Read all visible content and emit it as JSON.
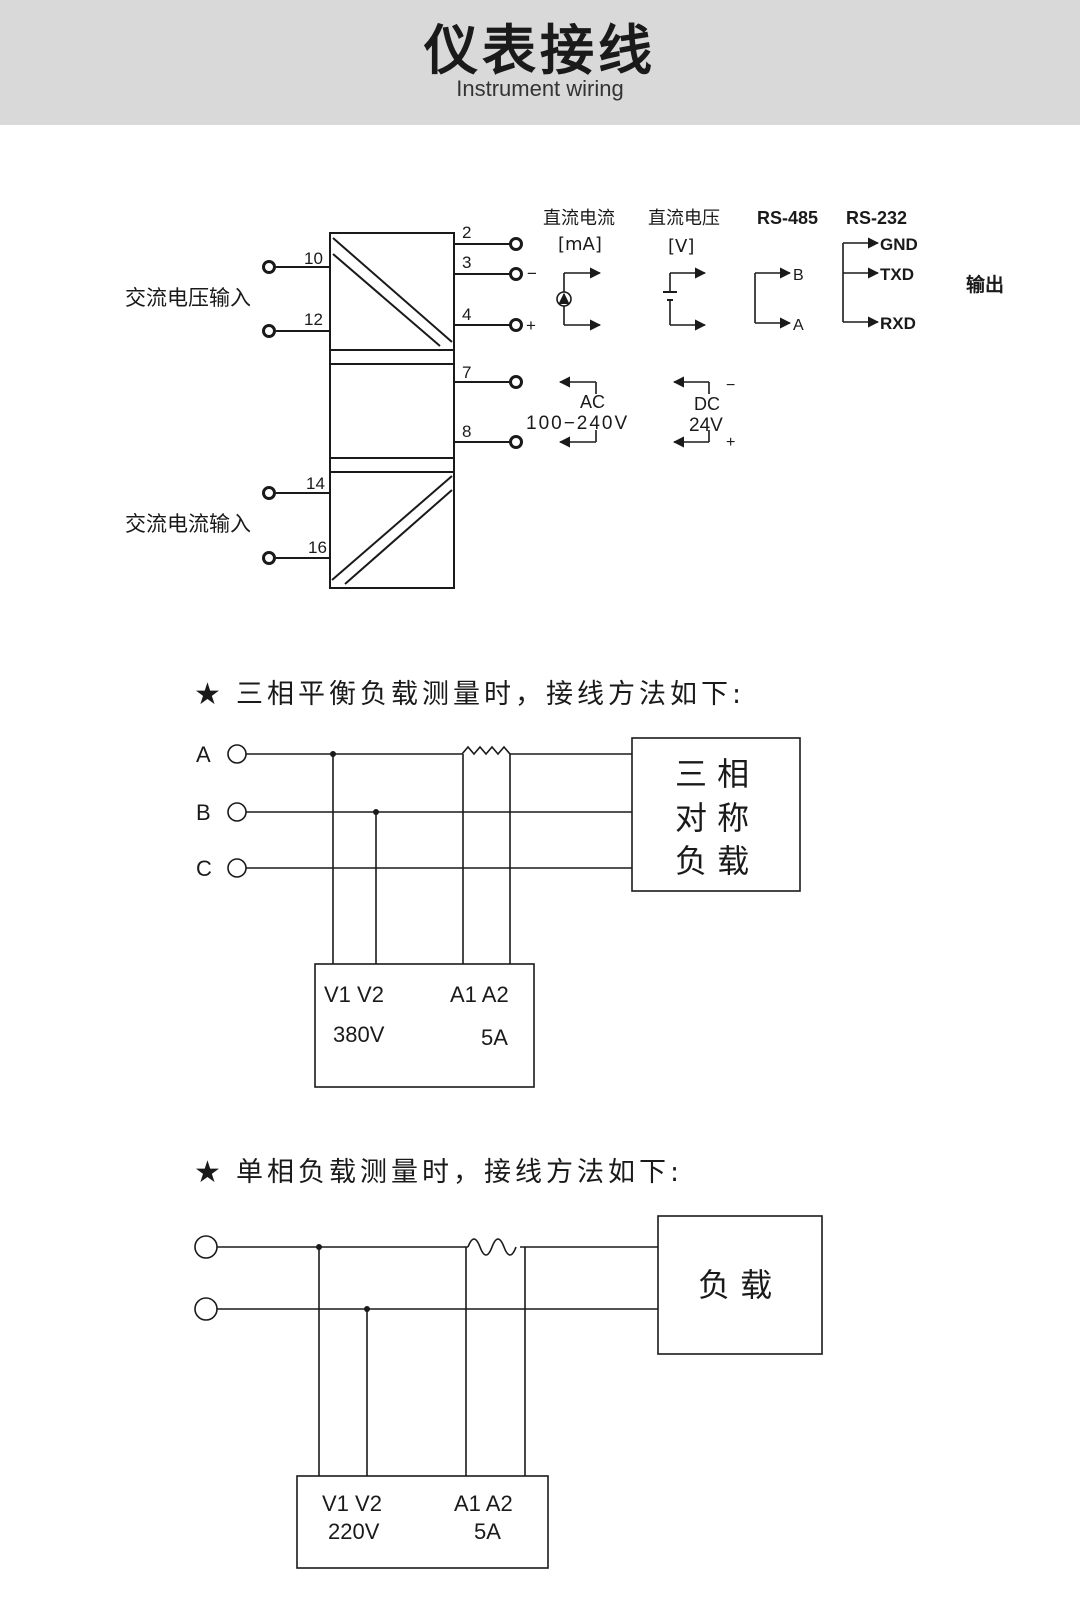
{
  "header": {
    "title": "仪表接线",
    "subtitle": "Instrument wiring"
  },
  "module_diagram": {
    "terminal_2": "2",
    "terminal_3": "3",
    "terminal_4": "4",
    "terminal_7": "7",
    "terminal_8": "8",
    "terminal_10": "10",
    "terminal_12": "12",
    "terminal_14": "14",
    "terminal_16": "16",
    "sign_minus": "−",
    "sign_plus": "+",
    "ac_voltage_input": "交流电压输入",
    "ac_current_input": "交流电流输入",
    "dc_current": "直流电流",
    "dc_current_unit": "[mA]",
    "dc_voltage": "直流电压",
    "dc_voltage_unit": "[V]",
    "rs485": "RS-485",
    "rs485_b": "B",
    "rs485_a": "A",
    "rs232": "RS-232",
    "rs232_gnd": "GND",
    "rs232_txd": "TXD",
    "rs232_rxd": "RXD",
    "output": "输出",
    "ac_label": "AC",
    "ac_range": "100−240V",
    "dc_label": "DC",
    "dc_value": "24V",
    "dc_minus": "−",
    "dc_plus": "+"
  },
  "three_phase": {
    "heading": "三相平衡负载测量时，接线方法如下:",
    "phase_a": "A",
    "phase_b": "B",
    "phase_c": "C",
    "load_line1": "三 相",
    "load_line2": "对 称",
    "load_line3": "负 载",
    "voltage_terminals": "V1 V2",
    "current_terminals": "A1 A2",
    "voltage_rating": "380V",
    "current_rating": "5A"
  },
  "single_phase": {
    "heading": "单相负载测量时，接线方法如下:",
    "load": "负   载",
    "voltage_terminals": "V1 V2",
    "current_terminals": "A1 A2",
    "voltage_rating": "220V",
    "current_rating": "5A"
  }
}
